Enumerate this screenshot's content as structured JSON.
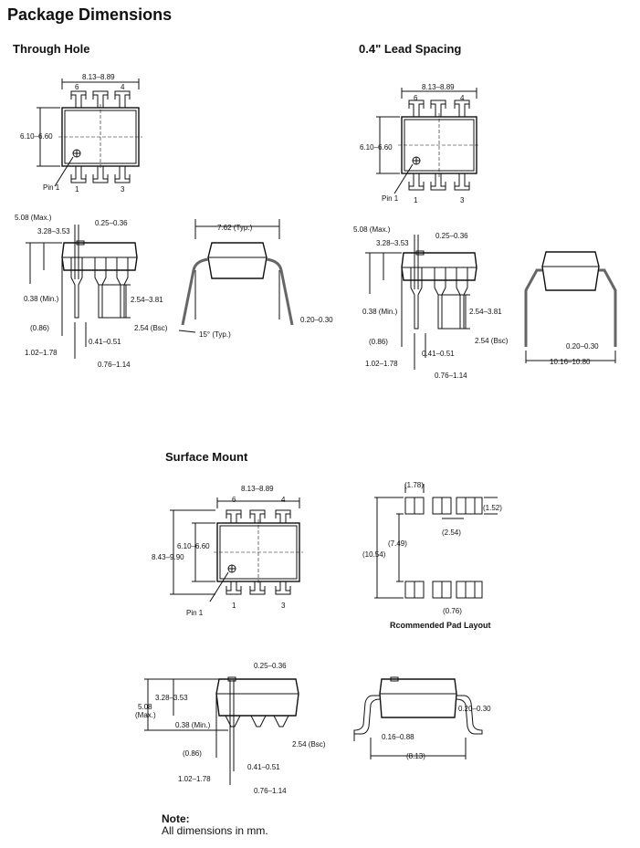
{
  "title": "Package Dimensions",
  "sections": {
    "through_hole": {
      "heading": "Through Hole",
      "top": {
        "width": "8.13–8.89",
        "height": "6.10–6.60",
        "pin1": "Pin 1",
        "pin_labels": [
          "6",
          "4",
          "1",
          "3"
        ]
      },
      "side": {
        "max_height": "5.08 (Max.)",
        "body_height": "3.28–3.53",
        "lead_thick": "0.25–0.36",
        "standoff": "0.38 (Min.)",
        "lead_length": "2.54–3.81",
        "offset": "(0.86)",
        "pitch": "2.54 (Bsc)",
        "lead_width": "0.41–0.51",
        "shoulder_width_a": "1.02–1.78",
        "shoulder_width_b": "0.76–1.14"
      },
      "end": {
        "row_spacing": "7.62 (Typ.)",
        "angle": "15° (Typ.)",
        "lead_thick": "0.20–0.30"
      }
    },
    "lead_spacing": {
      "heading": "0.4\" Lead Spacing",
      "top": {
        "width": "8.13–8.89",
        "height": "6.10–6.60",
        "pin1": "Pin 1",
        "pin_labels": [
          "6",
          "4",
          "1",
          "3"
        ]
      },
      "side": {
        "max_height": "5.08 (Max.)",
        "body_height": "3.28–3.53",
        "lead_thick": "0.25–0.36",
        "standoff": "0.38 (Min.)",
        "lead_length": "2.54–3.81",
        "offset": "(0.86)",
        "pitch": "2.54 (Bsc)",
        "lead_width": "0.41–0.51",
        "shoulder_width_a": "1.02–1.78",
        "shoulder_width_b": "0.76–1.14"
      },
      "end": {
        "lead_thick": "0.20–0.30",
        "row_spacing": "10.16–10.80"
      }
    },
    "surface_mount": {
      "heading": "Surface Mount",
      "top": {
        "width": "8.13–8.89",
        "body_height": "6.10–6.60",
        "overall_height": "8.43–9.90",
        "pin1": "Pin 1",
        "pin_labels": [
          "6",
          "4",
          "1",
          "3"
        ]
      },
      "pad_layout": {
        "pad_width": "(1.78)",
        "pad_height": "(1.52)",
        "pitch": "(2.54)",
        "inner_span": "(7.49)",
        "outer_span": "(10.54)",
        "gap": "(0.76)",
        "caption": "Rcommended Pad Layout"
      },
      "side": {
        "lead_thick": "0.25–0.36",
        "body_height": "3.28–3.53",
        "max_height": "5.08",
        "max_label": "(Max.)",
        "standoff": "0.38 (Min.)",
        "pitch": "2.54 (Bsc)",
        "offset": "(0.86)",
        "lead_width": "0.41–0.51",
        "shoulder_width_a": "1.02–1.78",
        "shoulder_width_b": "0.76–1.14"
      },
      "end": {
        "lead_thick": "0.20–0.30",
        "foot_length": "0.16–0.88",
        "span": "(8.13)"
      }
    }
  },
  "note": {
    "label": "Note:",
    "text": "All dimensions in mm."
  }
}
